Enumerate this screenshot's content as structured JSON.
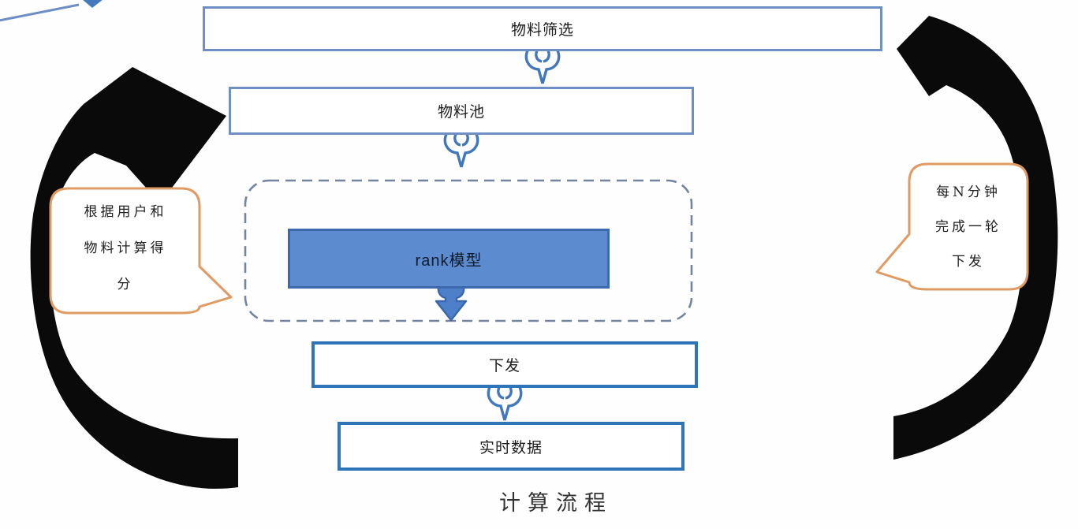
{
  "diagram": {
    "caption": "计算流程",
    "nodes": {
      "material_filter": {
        "label": "物料筛选"
      },
      "material_pool": {
        "label": "物料池"
      },
      "rank_model": {
        "label": "rank模型"
      },
      "dispatch": {
        "label": "下发"
      },
      "realtime_data": {
        "label": "实时数据"
      }
    },
    "callouts": {
      "left": {
        "lines": [
          "根据用户和",
          "物料计算得",
          "分"
        ]
      },
      "right": {
        "lines": [
          "每N分钟",
          "完成一轮",
          "下发"
        ]
      }
    },
    "colors": {
      "box_border_light": "#6D8FC3",
      "box_border_strong": "#2E74B6",
      "rank_fill": "#5C8BD0",
      "rank_border": "#3E68AD",
      "connector_blue": "#4177BE",
      "dashed_border": "#75849E",
      "callout_border": "#E09B63",
      "cycle_arrow_black": "#0A0A0A"
    }
  }
}
